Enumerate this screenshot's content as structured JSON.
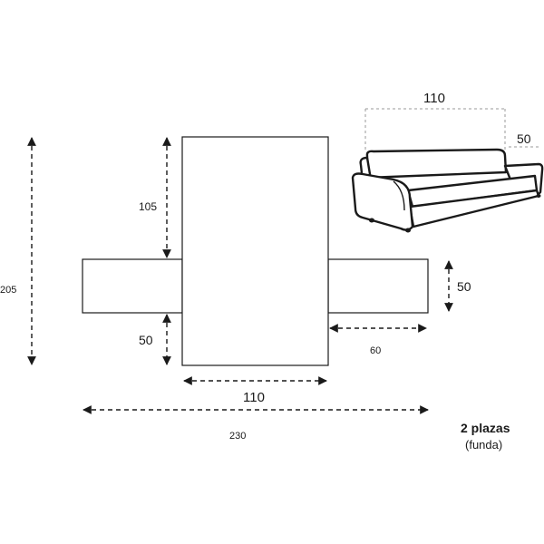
{
  "cover_layout": {
    "height_total": "205",
    "back_height": "105",
    "seat_depth": "50",
    "seat_width": "110",
    "total_width": "230",
    "arm_width": "60",
    "arm_height": "50"
  },
  "sofa_illustration": {
    "seat_width": "110",
    "arm_width": "50"
  },
  "caption": {
    "title": "2 plazas",
    "subtitle": "(funda)"
  }
}
